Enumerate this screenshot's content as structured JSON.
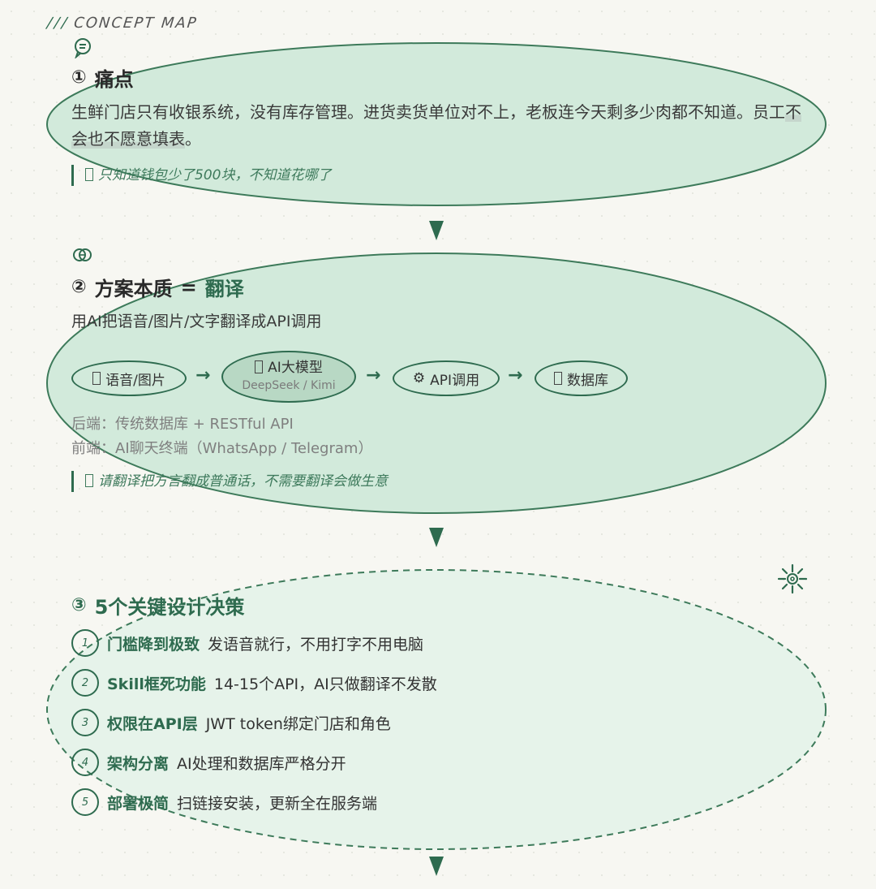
{
  "header": {
    "slashes": "///",
    "label": "CONCEPT MAP"
  },
  "colors": {
    "accent": "#2e6b4f",
    "fill_1": "#d2eadb",
    "fill_3": "#e6f3ea",
    "background": "#f7f7f2"
  },
  "section1": {
    "icon": "speech-bubble-icon",
    "number": "①",
    "title": "痛点",
    "body_part1": "生鲜门店只有收银系统，没有库存管理。进货卖货单位对不上，老板连今天剩多少肉都不知道。员工",
    "body_highlight": "不会也不愿意填表",
    "body_part2": "。",
    "quote": "只知道钱包少了500块，不知道花哪了"
  },
  "section2": {
    "icon": "coins-icon",
    "number": "②",
    "title": "方案本质",
    "equals": "=",
    "title_accent": "翻译",
    "subtitle": "用AI把语音/图片/文字翻译成API调用",
    "flow": [
      {
        "label": "语音/图片",
        "icon": "microphone-icon"
      },
      {
        "label": "AI大模型",
        "sub": "DeepSeek / Kimi",
        "icon": "robot-icon"
      },
      {
        "label": "API调用",
        "icon": "gear-icon",
        "glyph": "⚙"
      },
      {
        "label": "数据库",
        "icon": "database-icon"
      }
    ],
    "arrow": "→",
    "backend": "后端：传统数据库 + RESTful API",
    "frontend": "前端：AI聊天终端（WhatsApp / Telegram）",
    "quote": "请翻译把方言翻成普通话，不需要翻译会做生意"
  },
  "section3": {
    "icon": "sun-icon",
    "number": "③",
    "title": "5个关键设计决策",
    "decisions": [
      {
        "num": "1",
        "key": "门槛降到极致",
        "desc": "发语音就行，不用打字不用电脑"
      },
      {
        "num": "2",
        "key": "Skill框死功能",
        "desc": "14-15个API，AI只做翻译不发散"
      },
      {
        "num": "3",
        "key": "权限在API层",
        "desc": "JWT token绑定门店和角色"
      },
      {
        "num": "4",
        "key": "架构分离",
        "desc": "AI处理和数据库严格分开"
      },
      {
        "num": "5",
        "key": "部署极简",
        "desc": "扫链接安装，更新全在服务端"
      }
    ]
  }
}
